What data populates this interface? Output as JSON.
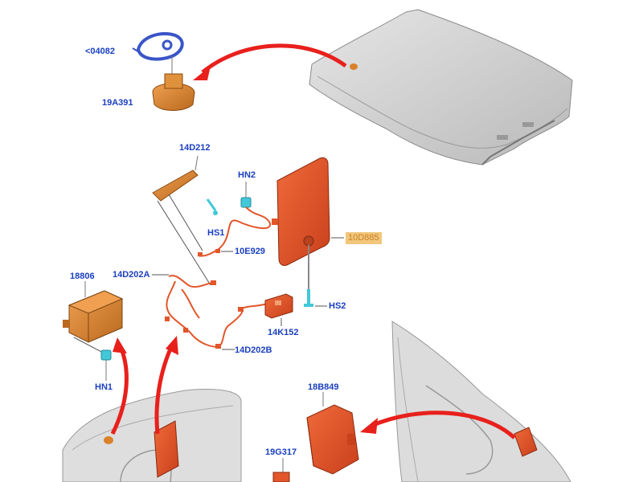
{
  "labels": {
    "p04082": "<04082",
    "p19A391": "19A391",
    "p14D212": "14D212",
    "pHN2": "HN2",
    "pHS1": "HS1",
    "p10E929": "10E929",
    "p10D885": "10D885",
    "p18806": "18806",
    "p14D202A": "14D202A",
    "pHS2": "HS2",
    "p14K152": "14K152",
    "p14D202B": "14D202B",
    "pHN1": "HN1",
    "p18B849": "18B849",
    "p19G317": "19G317"
  },
  "colors": {
    "label": "#1a3fbf",
    "arrow": "#e8201c",
    "part_orange": "#e2562a",
    "part_amber": "#d9822a",
    "fastener_cyan": "#43c8d8",
    "vehicle_gray": "#d5d5d5",
    "highlight": "#f2c77b"
  }
}
